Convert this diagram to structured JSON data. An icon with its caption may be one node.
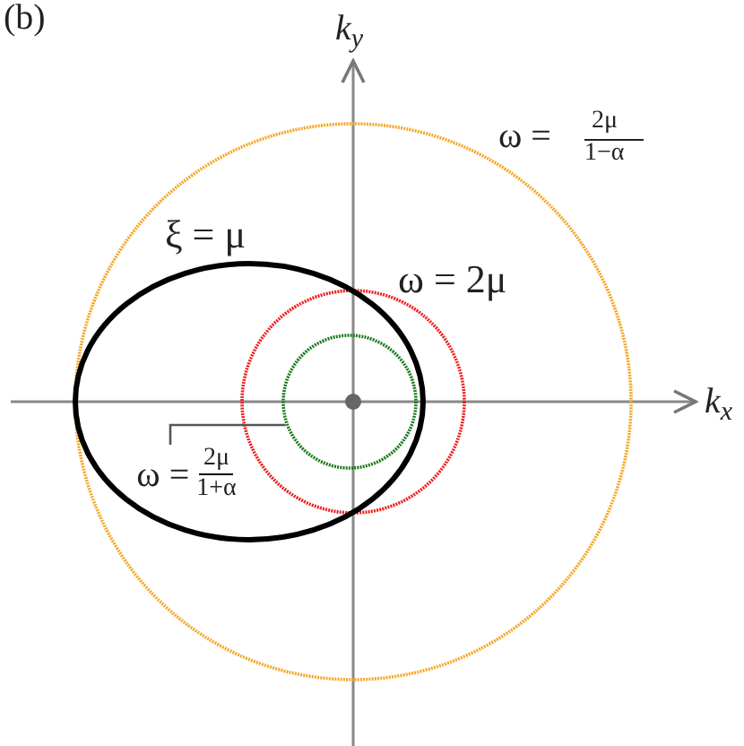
{
  "diagram": {
    "nodes": [
      {
        "text": [
          "ω =",
          "2μ",
          "1+α"
        ]
      },
      {
        "text": [],
        "shape": "circle"
      }
    ],
    "edges": [
      {
        "from": 0,
        "to": 1,
        "arrow": "none"
      }
    ],
    "labels": [
      "(b)",
      "k$_{y}$",
      "ω =",
      "2μ",
      "1−α",
      "ξ = μ",
      "ω = 2μ",
      "k$_{x}$"
    ]
  }
}
